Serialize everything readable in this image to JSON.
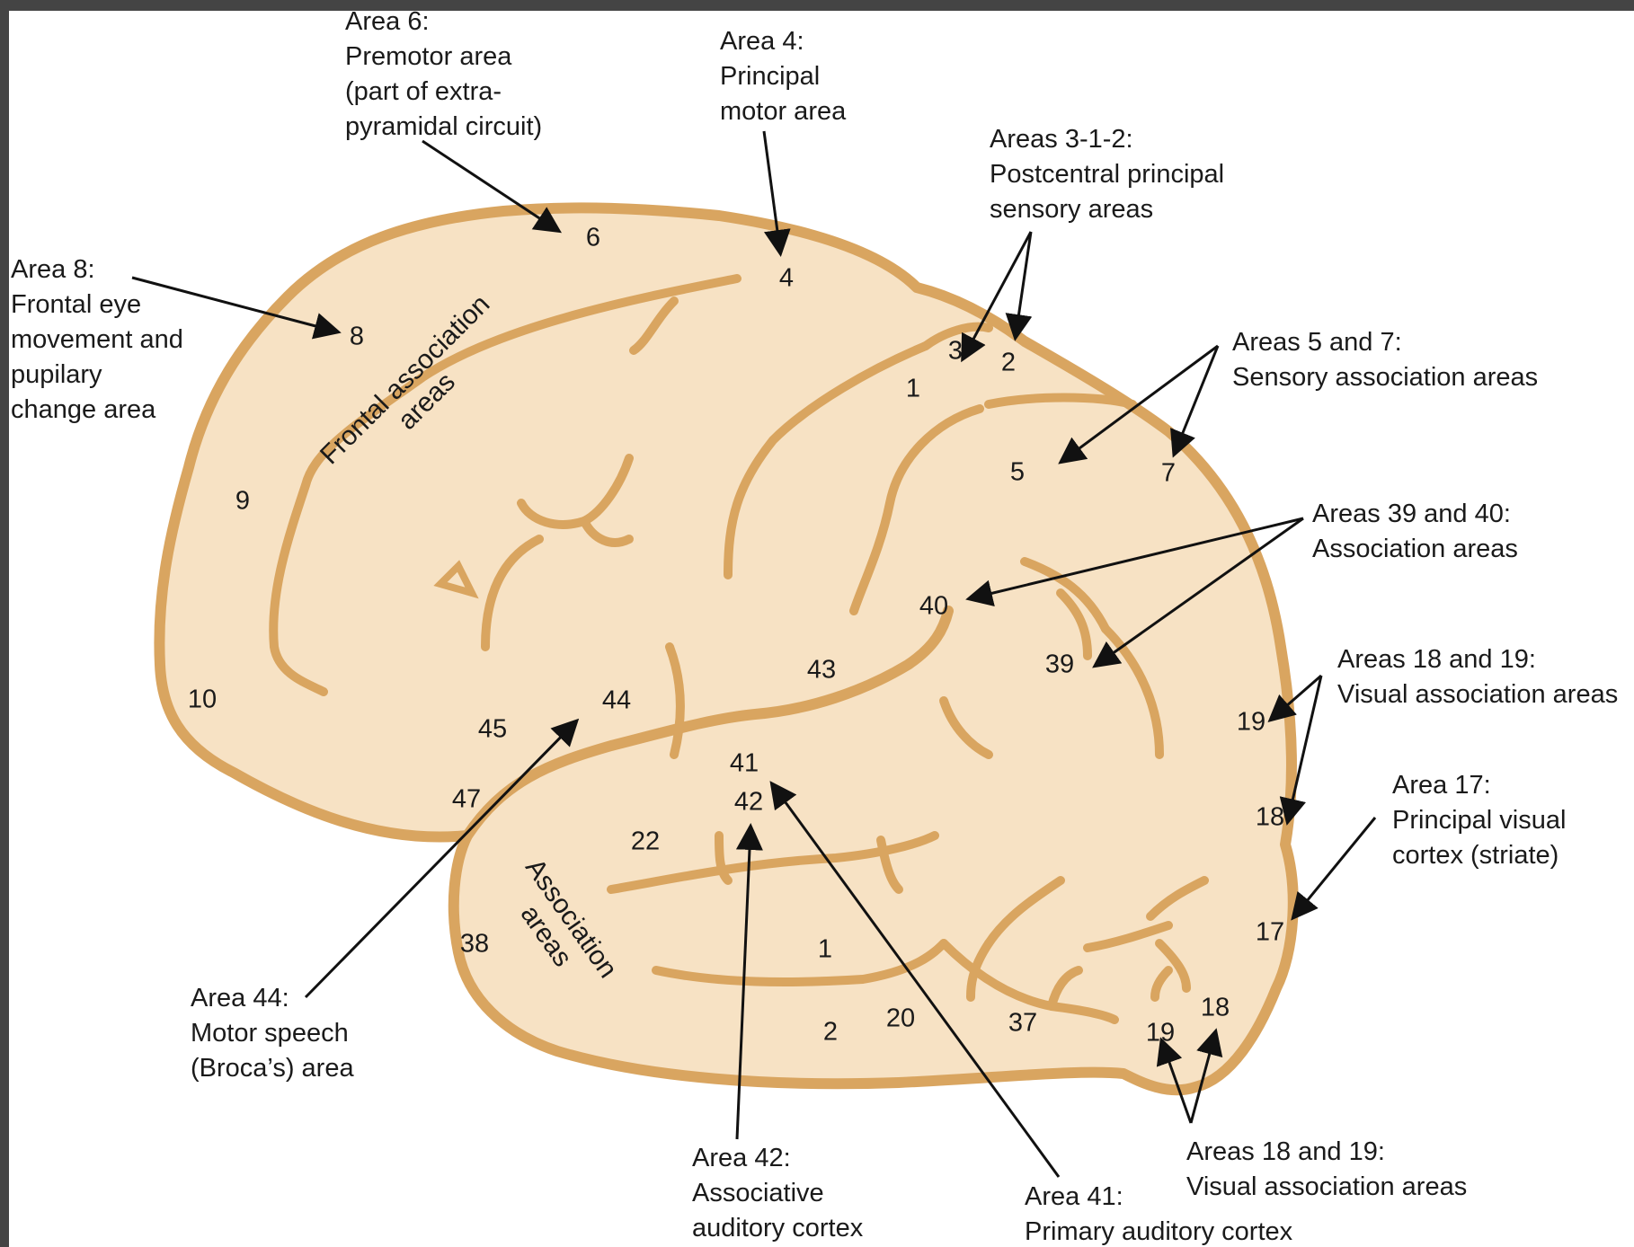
{
  "callouts": {
    "area6": {
      "lines": [
        "Area 6:",
        "Premotor area",
        "(part of extra-",
        "pyramidal circuit)"
      ]
    },
    "area4": {
      "lines": [
        "Area 4:",
        "Principal",
        "motor area"
      ]
    },
    "area312": {
      "lines": [
        "Areas 3-1-2:",
        "Postcentral principal",
        "sensory areas"
      ]
    },
    "area8": {
      "lines": [
        "Area 8:",
        "Frontal eye",
        "movement and",
        "pupilary",
        "change area"
      ]
    },
    "area57": {
      "lines": [
        "Areas 5 and 7:",
        "Sensory association areas"
      ]
    },
    "area3940": {
      "lines": [
        "Areas 39 and 40:",
        "Association areas"
      ]
    },
    "area1819_upper": {
      "lines": [
        "Areas 18 and 19:",
        "Visual association areas"
      ]
    },
    "area17": {
      "lines": [
        "Area 17:",
        "Principal visual",
        "cortex (striate)"
      ]
    },
    "area44": {
      "lines": [
        "Area 44:",
        "Motor speech",
        "(Broca’s) area"
      ]
    },
    "area42": {
      "lines": [
        "Area 42:",
        "Associative",
        "auditory cortex"
      ]
    },
    "area41": {
      "lines": [
        "Area 41:",
        "Primary auditory cortex"
      ]
    },
    "area1819_lower": {
      "lines": [
        "Areas 18 and 19:",
        "Visual association areas"
      ]
    }
  },
  "regions": {
    "frontal": {
      "lines": [
        "Frontal association",
        "areas"
      ]
    },
    "temporal": {
      "lines": [
        "Association",
        "areas"
      ]
    }
  },
  "area_numbers": {
    "n6": "6",
    "n4": "4",
    "n8": "8",
    "n3": "3",
    "n2": "2",
    "n1": "1",
    "n9": "9",
    "n5": "5",
    "n7": "7",
    "n40": "40",
    "n39": "39",
    "n43": "43",
    "n44": "44",
    "n45": "45",
    "n10": "10",
    "n47": "47",
    "n41": "41",
    "n42": "42",
    "n22": "22",
    "n19a": "19",
    "n18a": "18",
    "n17": "17",
    "n38": "38",
    "n1b": "1",
    "n2b": "2",
    "n20": "20",
    "n37": "37",
    "n19b": "19",
    "n18b": "18"
  },
  "colors": {
    "cortex_fill": "#f7e2c4",
    "cortex_outline": "#d9a560",
    "sulcus": "#d9a560",
    "arrow": "#111111",
    "frame": "#444444"
  }
}
